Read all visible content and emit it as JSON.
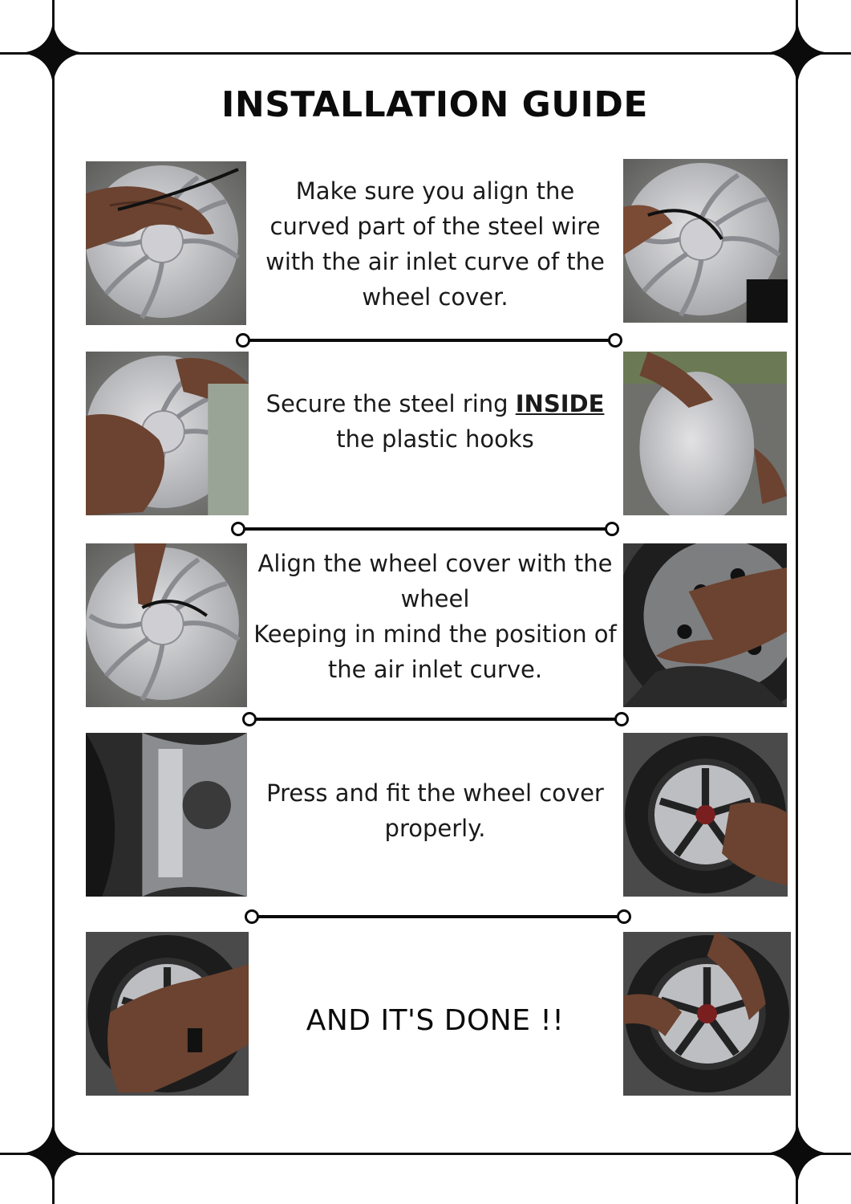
{
  "title": "INSTALLATION GUIDE",
  "steps": [
    {
      "text": "Make sure you align the curved part of the steel wire with the air inlet curve of the wheel cover."
    },
    {
      "text_before": "Secure the steel ring ",
      "emphasis": "INSIDE",
      "text_after": " the plastic hooks"
    },
    {
      "line1": "Align the wheel cover with the wheel",
      "line2": "Keeping in mind the position of the air inlet curve."
    },
    {
      "text": "Press and fit the wheel cover properly."
    },
    {
      "text": "AND IT'S DONE !!"
    }
  ],
  "colors": {
    "ink": "#0b0b0b",
    "background": "#ffffff"
  }
}
